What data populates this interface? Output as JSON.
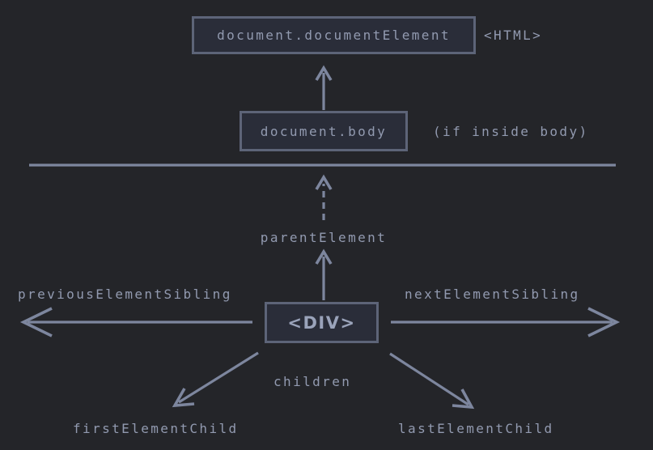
{
  "colors": {
    "background": "#242529",
    "box_fill": "#2a2d39",
    "box_border": "#5d6478",
    "arrow": "#7d869e",
    "text": "#929ab0",
    "div_text": "#9aa3ba"
  },
  "nodes": {
    "document_element": {
      "label": "document.documentElement",
      "tag_note": "<HTML>"
    },
    "document_body": {
      "label": "document.body",
      "note": "(if inside body)"
    },
    "div": {
      "label": "<DIV>"
    }
  },
  "links": {
    "parent_element": "parentElement",
    "previous_sibling": "previousElementSibling",
    "next_sibling": "nextElementSibling",
    "children": "children",
    "first_child": "firstElementChild",
    "last_child": "lastElementChild"
  }
}
